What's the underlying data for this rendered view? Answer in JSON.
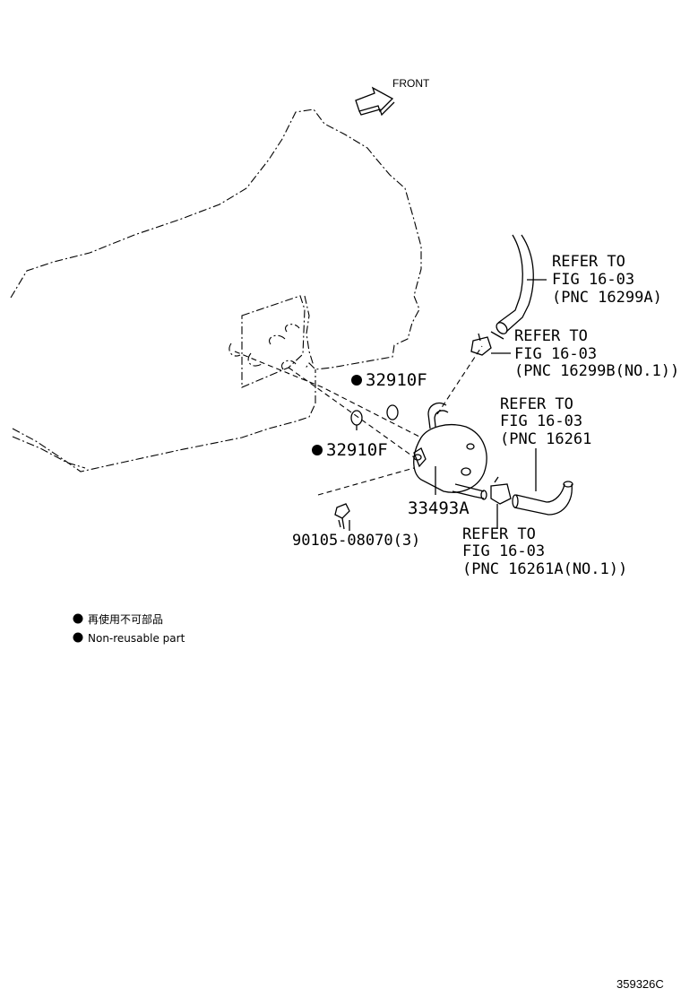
{
  "direction": {
    "label": "FRONT"
  },
  "parts": [
    {
      "id": "gasket-upper",
      "label": "32910F",
      "non_reusable": true
    },
    {
      "id": "gasket-lower",
      "label": "32910F",
      "non_reusable": true
    },
    {
      "id": "oil-cooler",
      "label": "33493A",
      "non_reusable": false
    },
    {
      "id": "bolt",
      "label": "90105-08070(3)",
      "non_reusable": false
    }
  ],
  "references": [
    {
      "id": "ref-hose-top",
      "lines": [
        "REFER TO",
        "FIG 16-03",
        "(PNC 16299A)"
      ]
    },
    {
      "id": "ref-clamp-top",
      "lines": [
        "REFER TO",
        "FIG 16-03",
        "(PNC 16299B(NO.1))"
      ]
    },
    {
      "id": "ref-hose-right",
      "lines": [
        "REFER TO",
        "FIG 16-03",
        "(PNC 16261"
      ]
    },
    {
      "id": "ref-clamp-bottom",
      "lines": [
        "REFER TO",
        "FIG 16-03",
        "(PNC 16261A(NO.1))"
      ]
    }
  ],
  "legend": [
    {
      "symbol": "●",
      "text": "再使用不可部品"
    },
    {
      "symbol": "●",
      "text": "Non-reusable part"
    }
  ],
  "figure_id": "359326C"
}
